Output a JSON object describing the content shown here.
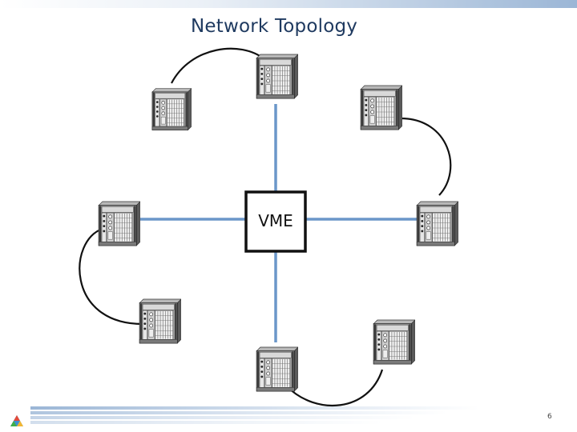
{
  "slide": {
    "title": "Network Topology",
    "page_number": "6"
  },
  "diagram": {
    "hub_label": "VME",
    "colors": {
      "bus_link": "#6b97c9",
      "ring_cable": "#111111",
      "header_band": "#9bb6d6",
      "footer_band": "#9bb6d6"
    },
    "icons": {
      "node": "vme-crate-icon",
      "logo": "triangle-logo-icon"
    },
    "node_count": 8
  }
}
